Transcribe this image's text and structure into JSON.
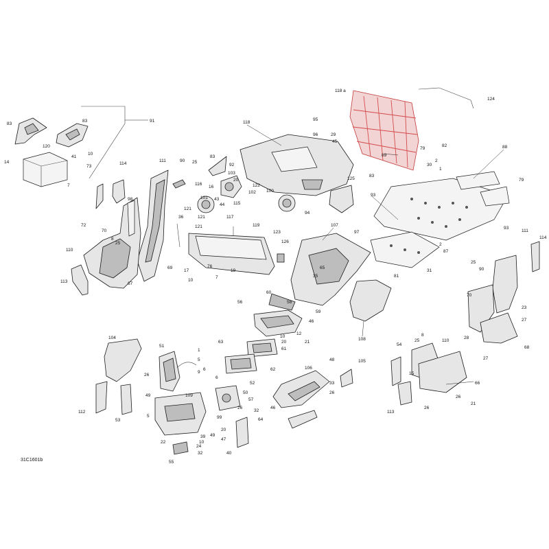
{
  "diagram": {
    "reference_code": "31C1601b",
    "callouts": [
      {
        "text": "83"
      },
      {
        "text": "83"
      },
      {
        "text": "91"
      },
      {
        "text": "120"
      },
      {
        "text": "41"
      },
      {
        "text": "10"
      },
      {
        "text": "73"
      },
      {
        "text": "14"
      },
      {
        "text": "7"
      },
      {
        "text": "114"
      },
      {
        "text": "111"
      },
      {
        "text": "72"
      },
      {
        "text": "98"
      },
      {
        "text": "70"
      },
      {
        "text": "8"
      },
      {
        "text": "25"
      },
      {
        "text": "110"
      },
      {
        "text": "113"
      },
      {
        "text": "67"
      },
      {
        "text": "69"
      },
      {
        "text": "90"
      },
      {
        "text": "25"
      },
      {
        "text": "83"
      },
      {
        "text": "92"
      },
      {
        "text": "103"
      },
      {
        "text": "116"
      },
      {
        "text": "16"
      },
      {
        "text": "20"
      },
      {
        "text": "122"
      },
      {
        "text": "102"
      },
      {
        "text": "101"
      },
      {
        "text": "43"
      },
      {
        "text": "115"
      },
      {
        "text": "121"
      },
      {
        "text": "44"
      },
      {
        "text": "121"
      },
      {
        "text": "117"
      },
      {
        "text": "121"
      },
      {
        "text": "36"
      },
      {
        "text": "118"
      },
      {
        "text": "95"
      },
      {
        "text": "96"
      },
      {
        "text": "29"
      },
      {
        "text": "45"
      },
      {
        "text": "118 a"
      },
      {
        "text": "124"
      },
      {
        "text": "89"
      },
      {
        "text": "125"
      },
      {
        "text": "83"
      },
      {
        "text": "100"
      },
      {
        "text": "94"
      },
      {
        "text": "123"
      },
      {
        "text": "119"
      },
      {
        "text": "107"
      },
      {
        "text": "126"
      },
      {
        "text": "76"
      },
      {
        "text": "17"
      },
      {
        "text": "19"
      },
      {
        "text": "10"
      },
      {
        "text": "7"
      },
      {
        "text": "65"
      },
      {
        "text": "35"
      },
      {
        "text": "79"
      },
      {
        "text": "82"
      },
      {
        "text": "88"
      },
      {
        "text": "30"
      },
      {
        "text": "2"
      },
      {
        "text": "1"
      },
      {
        "text": "79"
      },
      {
        "text": "93"
      },
      {
        "text": "97"
      },
      {
        "text": "93"
      },
      {
        "text": "2"
      },
      {
        "text": "87"
      },
      {
        "text": "31"
      },
      {
        "text": "81"
      },
      {
        "text": "111"
      },
      {
        "text": "114"
      },
      {
        "text": "25"
      },
      {
        "text": "90"
      },
      {
        "text": "70"
      },
      {
        "text": "23"
      },
      {
        "text": "27"
      },
      {
        "text": "28"
      },
      {
        "text": "68"
      },
      {
        "text": "60"
      },
      {
        "text": "58"
      },
      {
        "text": "59"
      },
      {
        "text": "56"
      },
      {
        "text": "46"
      },
      {
        "text": "12"
      },
      {
        "text": "10"
      },
      {
        "text": "20"
      },
      {
        "text": "21"
      },
      {
        "text": "108"
      },
      {
        "text": "104"
      },
      {
        "text": "51"
      },
      {
        "text": "63"
      },
      {
        "text": "61"
      },
      {
        "text": "62"
      },
      {
        "text": "52"
      },
      {
        "text": "1"
      },
      {
        "text": "5"
      },
      {
        "text": "9"
      },
      {
        "text": "6"
      },
      {
        "text": "26"
      },
      {
        "text": "6"
      },
      {
        "text": "112"
      },
      {
        "text": "53"
      },
      {
        "text": "49"
      },
      {
        "text": "5"
      },
      {
        "text": "109"
      },
      {
        "text": "50"
      },
      {
        "text": "57"
      },
      {
        "text": "32"
      },
      {
        "text": "26"
      },
      {
        "text": "99"
      },
      {
        "text": "64"
      },
      {
        "text": "20"
      },
      {
        "text": "47"
      },
      {
        "text": "49"
      },
      {
        "text": "40"
      },
      {
        "text": "39"
      },
      {
        "text": "10"
      },
      {
        "text": "24"
      },
      {
        "text": "22"
      },
      {
        "text": "32"
      },
      {
        "text": "55"
      },
      {
        "text": "106"
      },
      {
        "text": "48"
      },
      {
        "text": "105"
      },
      {
        "text": "33"
      },
      {
        "text": "26"
      },
      {
        "text": "46"
      },
      {
        "text": "54"
      },
      {
        "text": "25"
      },
      {
        "text": "8"
      },
      {
        "text": "110"
      },
      {
        "text": "27"
      },
      {
        "text": "66"
      },
      {
        "text": "15"
      },
      {
        "text": "113"
      },
      {
        "text": "26"
      },
      {
        "text": "21"
      },
      {
        "text": "26"
      }
    ]
  }
}
